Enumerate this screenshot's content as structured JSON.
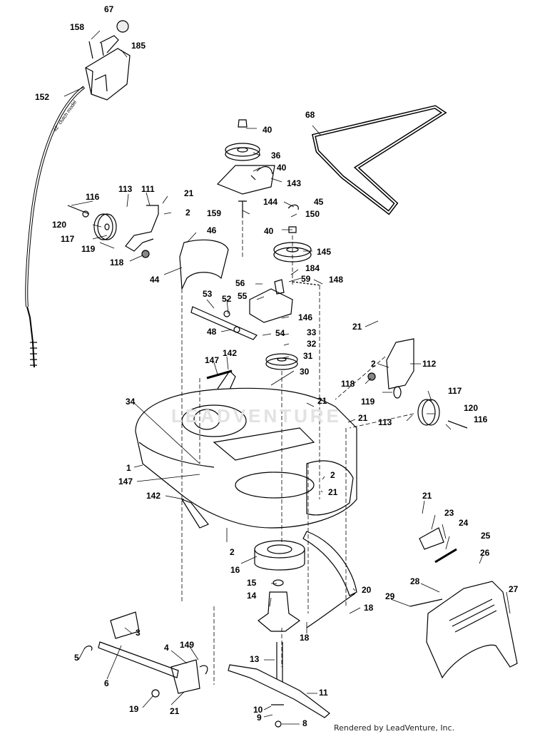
{
  "diagram": {
    "credit": "Rendered by LeadVenture, Inc.",
    "watermark": "LEADVENTURE",
    "cable_text": "42\" clutch model",
    "callouts": [
      {
        "id": "c67",
        "text": "67"
      },
      {
        "id": "c158",
        "text": "158"
      },
      {
        "id": "c185",
        "text": "185"
      },
      {
        "id": "c152",
        "text": "152"
      },
      {
        "id": "c68",
        "text": "68"
      },
      {
        "id": "c40a",
        "text": "40"
      },
      {
        "id": "c36",
        "text": "36"
      },
      {
        "id": "c40b",
        "text": "40"
      },
      {
        "id": "c143",
        "text": "143"
      },
      {
        "id": "c144",
        "text": "144"
      },
      {
        "id": "c159",
        "text": "159"
      },
      {
        "id": "c45",
        "text": "45"
      },
      {
        "id": "c150",
        "text": "150"
      },
      {
        "id": "c40c",
        "text": "40"
      },
      {
        "id": "c145",
        "text": "145"
      },
      {
        "id": "c184",
        "text": "184"
      },
      {
        "id": "c59",
        "text": "59"
      },
      {
        "id": "c148",
        "text": "148"
      },
      {
        "id": "c56",
        "text": "56"
      },
      {
        "id": "c55",
        "text": "55"
      },
      {
        "id": "c146",
        "text": "146"
      },
      {
        "id": "c54",
        "text": "54"
      },
      {
        "id": "c33",
        "text": "33"
      },
      {
        "id": "c32",
        "text": "32"
      },
      {
        "id": "c31",
        "text": "31"
      },
      {
        "id": "c30",
        "text": "30"
      },
      {
        "id": "c53",
        "text": "53"
      },
      {
        "id": "c52",
        "text": "52"
      },
      {
        "id": "c48",
        "text": "48"
      },
      {
        "id": "c147a",
        "text": "147"
      },
      {
        "id": "c142a",
        "text": "142"
      },
      {
        "id": "c116a",
        "text": "116"
      },
      {
        "id": "c113a",
        "text": "113"
      },
      {
        "id": "c111",
        "text": "111"
      },
      {
        "id": "c21a",
        "text": "21"
      },
      {
        "id": "c2a",
        "text": "2"
      },
      {
        "id": "c120a",
        "text": "120"
      },
      {
        "id": "c117a",
        "text": "117"
      },
      {
        "id": "c119a",
        "text": "119"
      },
      {
        "id": "c118a",
        "text": "118"
      },
      {
        "id": "c46",
        "text": "46"
      },
      {
        "id": "c44",
        "text": "44"
      },
      {
        "id": "c21b",
        "text": "21"
      },
      {
        "id": "c2b",
        "text": "2"
      },
      {
        "id": "c112",
        "text": "112"
      },
      {
        "id": "c118b",
        "text": "118"
      },
      {
        "id": "c119b",
        "text": "119"
      },
      {
        "id": "c117b",
        "text": "117"
      },
      {
        "id": "c113b",
        "text": "113"
      },
      {
        "id": "c120b",
        "text": "120"
      },
      {
        "id": "c116b",
        "text": "116"
      },
      {
        "id": "c21c",
        "text": "21"
      },
      {
        "id": "c21d",
        "text": "21"
      },
      {
        "id": "c34",
        "text": "34"
      },
      {
        "id": "c1",
        "text": "1"
      },
      {
        "id": "c147b",
        "text": "147"
      },
      {
        "id": "c2c",
        "text": "2"
      },
      {
        "id": "c21e",
        "text": "21"
      },
      {
        "id": "c142b",
        "text": "142"
      },
      {
        "id": "c2d",
        "text": "2"
      },
      {
        "id": "c16",
        "text": "16"
      },
      {
        "id": "c15",
        "text": "15"
      },
      {
        "id": "c14",
        "text": "14"
      },
      {
        "id": "c20",
        "text": "20"
      },
      {
        "id": "c18a",
        "text": "18"
      },
      {
        "id": "c18b",
        "text": "18"
      },
      {
        "id": "c21f",
        "text": "21"
      },
      {
        "id": "c23",
        "text": "23"
      },
      {
        "id": "c24",
        "text": "24"
      },
      {
        "id": "c25",
        "text": "25"
      },
      {
        "id": "c26",
        "text": "26"
      },
      {
        "id": "c28",
        "text": "28"
      },
      {
        "id": "c29",
        "text": "29"
      },
      {
        "id": "c27",
        "text": "27"
      },
      {
        "id": "c3",
        "text": "3"
      },
      {
        "id": "c4",
        "text": "4"
      },
      {
        "id": "c149",
        "text": "149"
      },
      {
        "id": "c5",
        "text": "5"
      },
      {
        "id": "c6",
        "text": "6"
      },
      {
        "id": "c13",
        "text": "13"
      },
      {
        "id": "c11",
        "text": "11"
      },
      {
        "id": "c19",
        "text": "19"
      },
      {
        "id": "c21g",
        "text": "21"
      },
      {
        "id": "c10",
        "text": "10"
      },
      {
        "id": "c9",
        "text": "9"
      },
      {
        "id": "c8",
        "text": "8"
      }
    ]
  }
}
